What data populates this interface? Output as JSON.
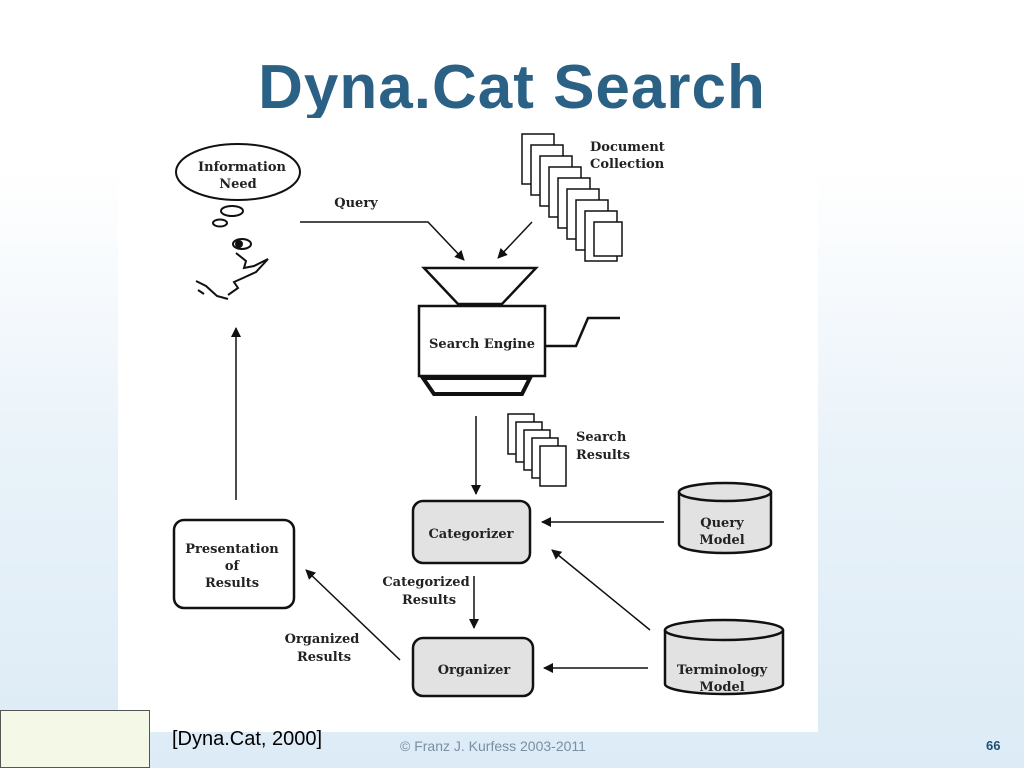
{
  "slide": {
    "title": "Dyna.Cat Search",
    "citation": "[Dyna.Cat, 2000]",
    "copyright": "© Franz J. Kurfess 2003-2011",
    "page_number": "66"
  },
  "diagram": {
    "information_need": [
      "Information",
      "Need"
    ],
    "query_label": "Query",
    "document_collection": [
      "Document",
      "Collection"
    ],
    "search_engine": "Search Engine",
    "search_results": [
      "Search",
      "Results"
    ],
    "categorizer": "Categorizer",
    "query_model": [
      "Query",
      "Model"
    ],
    "presentation": [
      "Presentation",
      "of",
      "Results"
    ],
    "categorized_results": [
      "Categorized",
      "Results"
    ],
    "organized_results": [
      "Organized",
      "Results"
    ],
    "organizer": "Organizer",
    "terminology_model": [
      "Terminology",
      "Model"
    ]
  }
}
